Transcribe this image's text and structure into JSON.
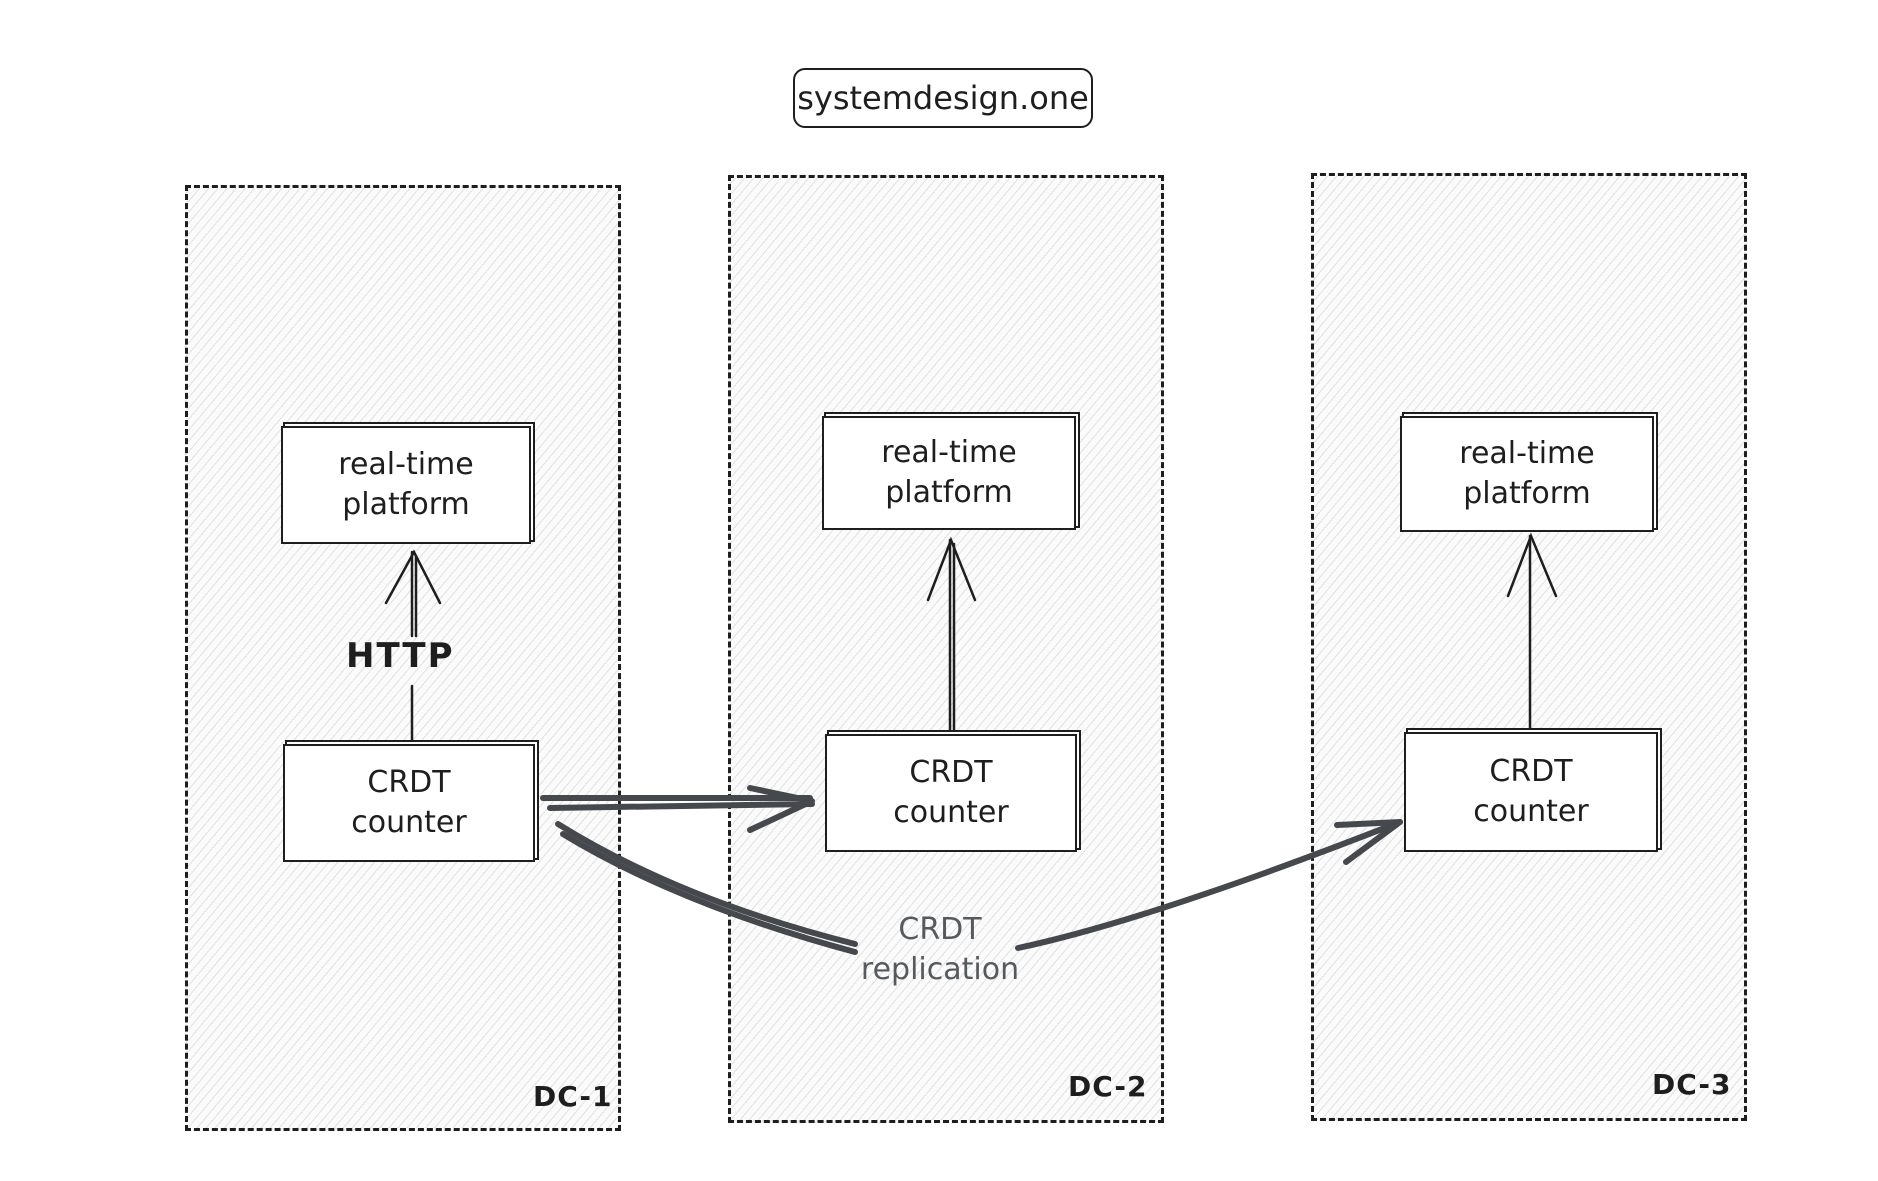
{
  "brand": {
    "label": "systemdesign.one"
  },
  "datacenters": [
    {
      "label": "DC-1",
      "platform": "real-time\nplatform",
      "counter": "CRDT\ncounter"
    },
    {
      "label": "DC-2",
      "platform": "real-time\nplatform",
      "counter": "CRDT\ncounter"
    },
    {
      "label": "DC-3",
      "platform": "real-time\nplatform",
      "counter": "CRDT\ncounter"
    }
  ],
  "edges": {
    "http_label": "HTTP",
    "replication_label": "CRDT\nreplication"
  },
  "colors": {
    "ink": "#1e1e1e",
    "arrow": "#45494d",
    "muted": "#555a5e",
    "hatch_bg": "#fbfbfb"
  }
}
